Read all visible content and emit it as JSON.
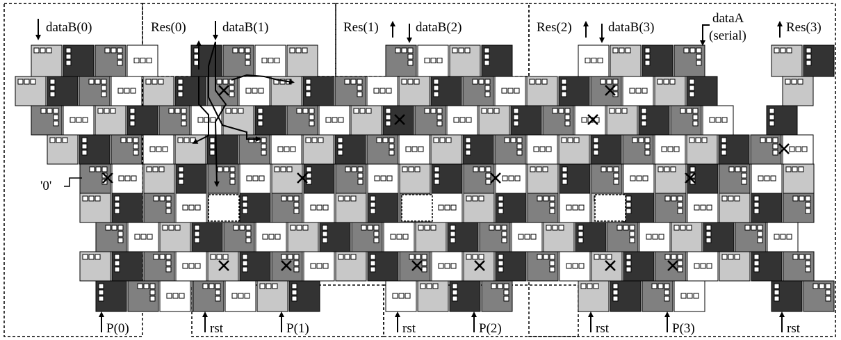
{
  "colors": {
    "white": "#ffffff",
    "light": "#c8c8c8",
    "mid": "#808080",
    "dark": "#333333",
    "ink": "#000000"
  },
  "labels": {
    "dataB0": "dataB(0)",
    "res0": "Res(0)",
    "dataB1": "dataB(1)",
    "res1": "Res(1)",
    "dataB2": "dataB(2)",
    "res2": "Res(2)",
    "dataB3": "dataB(3)",
    "dataA_line1": "dataA",
    "dataA_line2": "(serial)",
    "res3": "Res(3)",
    "zero": "'0'",
    "p0": "P(0)",
    "rst1": "rst",
    "p1": "P(1)",
    "rst2": "rst",
    "p2": "P(2)",
    "rst3": "rst",
    "p3": "P(3)",
    "rst4": "rst"
  }
}
